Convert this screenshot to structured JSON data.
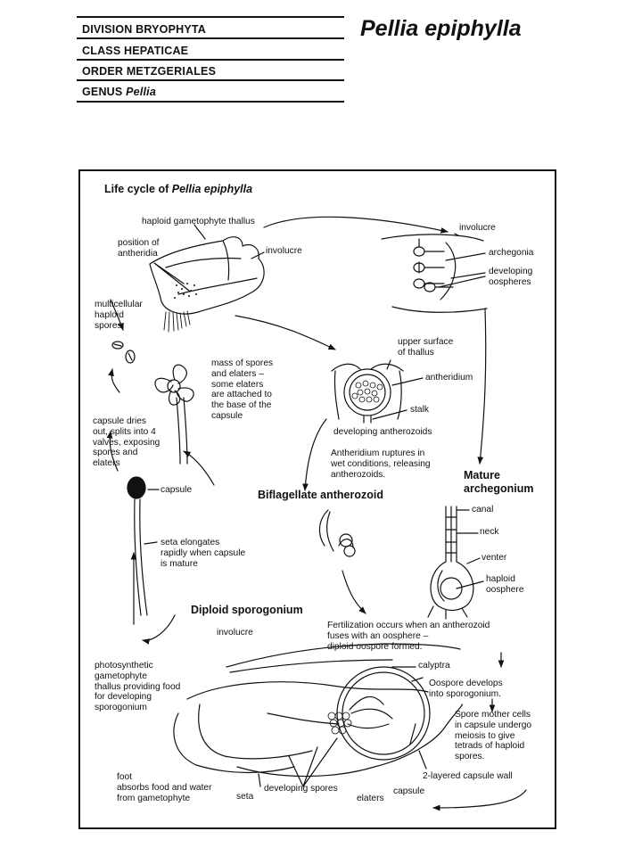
{
  "header": {
    "rows": [
      {
        "prefix": "DIVISION BRYOPHYTA",
        "italic": ""
      },
      {
        "prefix": "CLASS HEPATICAE",
        "italic": ""
      },
      {
        "prefix": "ORDER METZGERIALES",
        "italic": ""
      },
      {
        "prefix": "GENUS ",
        "italic": "Pellia"
      }
    ],
    "species": "Pellia epiphylla"
  },
  "diagram": {
    "title_prefix": "Life cycle of ",
    "title_italic": "Pellia epiphylla",
    "sections": {
      "mature_archegonium": "Mature\narchegonium",
      "biflagellate": "Biflagellate antherozoid",
      "diploid": "Diploid sporogonium"
    },
    "labels": {
      "haploid_thallus": "haploid gametophyte thallus",
      "position_antheridia": "position of\nantheridia",
      "involucre_top": "involucre",
      "involucre_right": "involucre",
      "archegonia": "archegonia",
      "developing_oospheres": "developing\noospheres",
      "multicellular_spores": "multicellular\nhaploid\nspores",
      "upper_surface": "upper surface\nof thallus",
      "mass_spores": "mass of spores\nand elaters –\nsome elaters\nare attached to\nthe base of the\ncapsule",
      "antheridium": "antheridium",
      "stalk": "stalk",
      "capsule_dries": "capsule dries\nout, splits into 4\nvalves, exposing\nspores and\nelaters",
      "developing_antherozoids": "developing antherozoids",
      "antheridium_ruptures": "Antheridium ruptures in\nwet conditions, releasing\nantherozoids.",
      "capsule": "capsule",
      "canal": "canal",
      "neck": "neck",
      "seta_elongates": "seta elongates\nrapidly when capsule\nis mature",
      "venter": "venter",
      "haploid_oosphere": "haploid\noosphere",
      "fertilization": "Fertilization occurs when an antherozoid\nfuses with an oosphere –\ndiploid oospore formed.",
      "involucre_bottom": "involucre",
      "photosynthetic": "photosynthetic\ngametophyte\nthallus providing food\nfor developing\nsporogonium",
      "calyptra": "calyptra",
      "oospore_develops": "Oospore develops\ninto sporogonium.",
      "spore_mother": "Spore mother cells\nin capsule undergo\nmeiosis to give\ntetrads of haploid\nspores.",
      "foot": "foot\nabsorbs food and water\nfrom gametophyte",
      "seta": "seta",
      "developing_spores": "developing spores",
      "elaters": "elaters",
      "capsule_bottom": "capsule",
      "capsule_wall": "2-layered capsule wall"
    }
  }
}
